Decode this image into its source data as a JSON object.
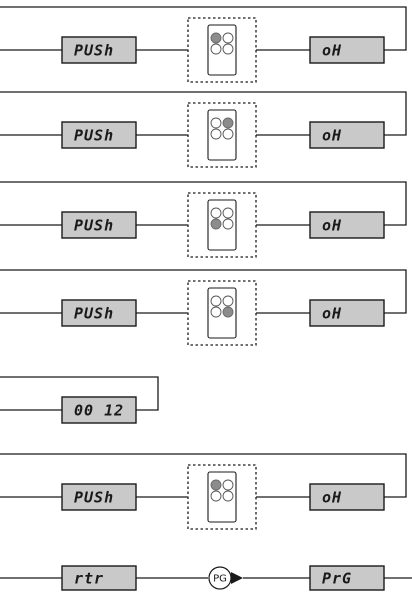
{
  "rows": [
    {
      "type": "push",
      "left_display": "PUSh",
      "right_display": "oH",
      "keypad": {
        "pressed": [
          "top-left"
        ]
      }
    },
    {
      "type": "push",
      "left_display": "PUSh",
      "right_display": "oH",
      "keypad": {
        "pressed": [
          "top-right"
        ]
      }
    },
    {
      "type": "push",
      "left_display": "PUSh",
      "right_display": "oH",
      "keypad": {
        "pressed": [
          "bottom-left"
        ]
      }
    },
    {
      "type": "push",
      "left_display": "PUSh",
      "right_display": "oH",
      "keypad": {
        "pressed": [
          "bottom-right"
        ]
      }
    },
    {
      "type": "value",
      "display": "00 12"
    },
    {
      "type": "push",
      "left_display": "PUSh",
      "right_display": "oH",
      "keypad": {
        "pressed": [
          "top-left"
        ]
      }
    },
    {
      "type": "final",
      "left_display": "rtr",
      "key_label": "PG",
      "right_display": "PrG"
    }
  ],
  "colors": {
    "display_fill": "#c9c9c9",
    "pressed_button": "#8c8c8c",
    "line": "#1a1a1a"
  }
}
